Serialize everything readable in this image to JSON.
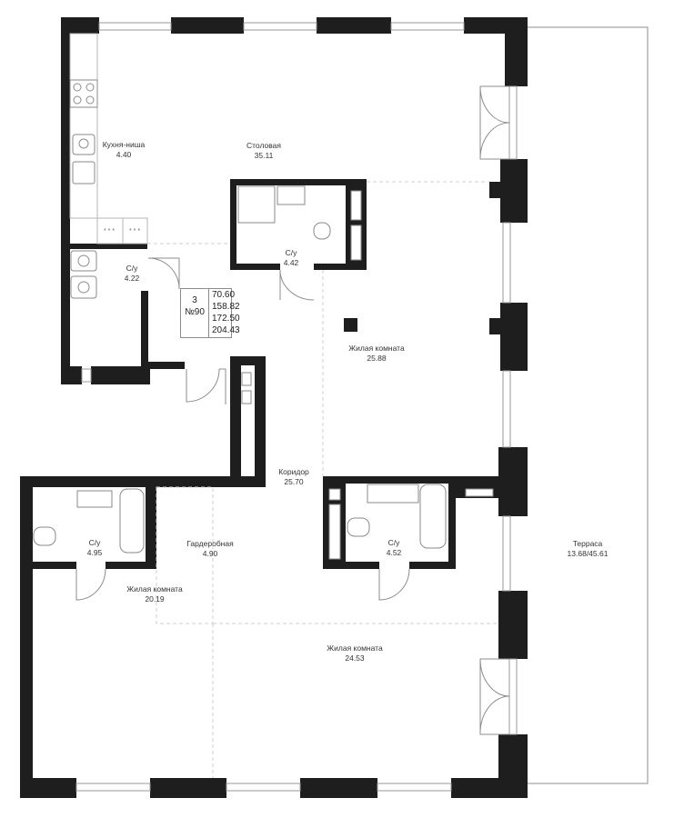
{
  "rooms": [
    {
      "id": "kitchen",
      "name": "Кухня-ниша",
      "area": "4.40"
    },
    {
      "id": "dining",
      "name": "Столовая",
      "area": "35.11"
    },
    {
      "id": "bath1",
      "name": "С/у",
      "area": "4.22"
    },
    {
      "id": "bath2",
      "name": "С/у",
      "area": "4.42"
    },
    {
      "id": "living1",
      "name": "Жилая комната",
      "area": "25.88"
    },
    {
      "id": "corridor",
      "name": "Коридор",
      "area": "25.70"
    },
    {
      "id": "bath3",
      "name": "С/у",
      "area": "4.95"
    },
    {
      "id": "wardrobe",
      "name": "Гардеробная",
      "area": "4.90"
    },
    {
      "id": "bath4",
      "name": "С/у",
      "area": "4.52"
    },
    {
      "id": "living2",
      "name": "Жилая комната",
      "area": "20.19"
    },
    {
      "id": "living3",
      "name": "Жилая комната",
      "area": "24.53"
    },
    {
      "id": "terrace",
      "name": "Терраса",
      "area": "13.68/45.61"
    }
  ],
  "unit_info": {
    "rooms_count": "3",
    "number": "№90",
    "areas": [
      "70.60",
      "158.82",
      "172.50",
      "204.43"
    ]
  },
  "colors": {
    "wall": "#1e1e1e",
    "line": "#b5b5b5",
    "background": "#ffffff"
  }
}
